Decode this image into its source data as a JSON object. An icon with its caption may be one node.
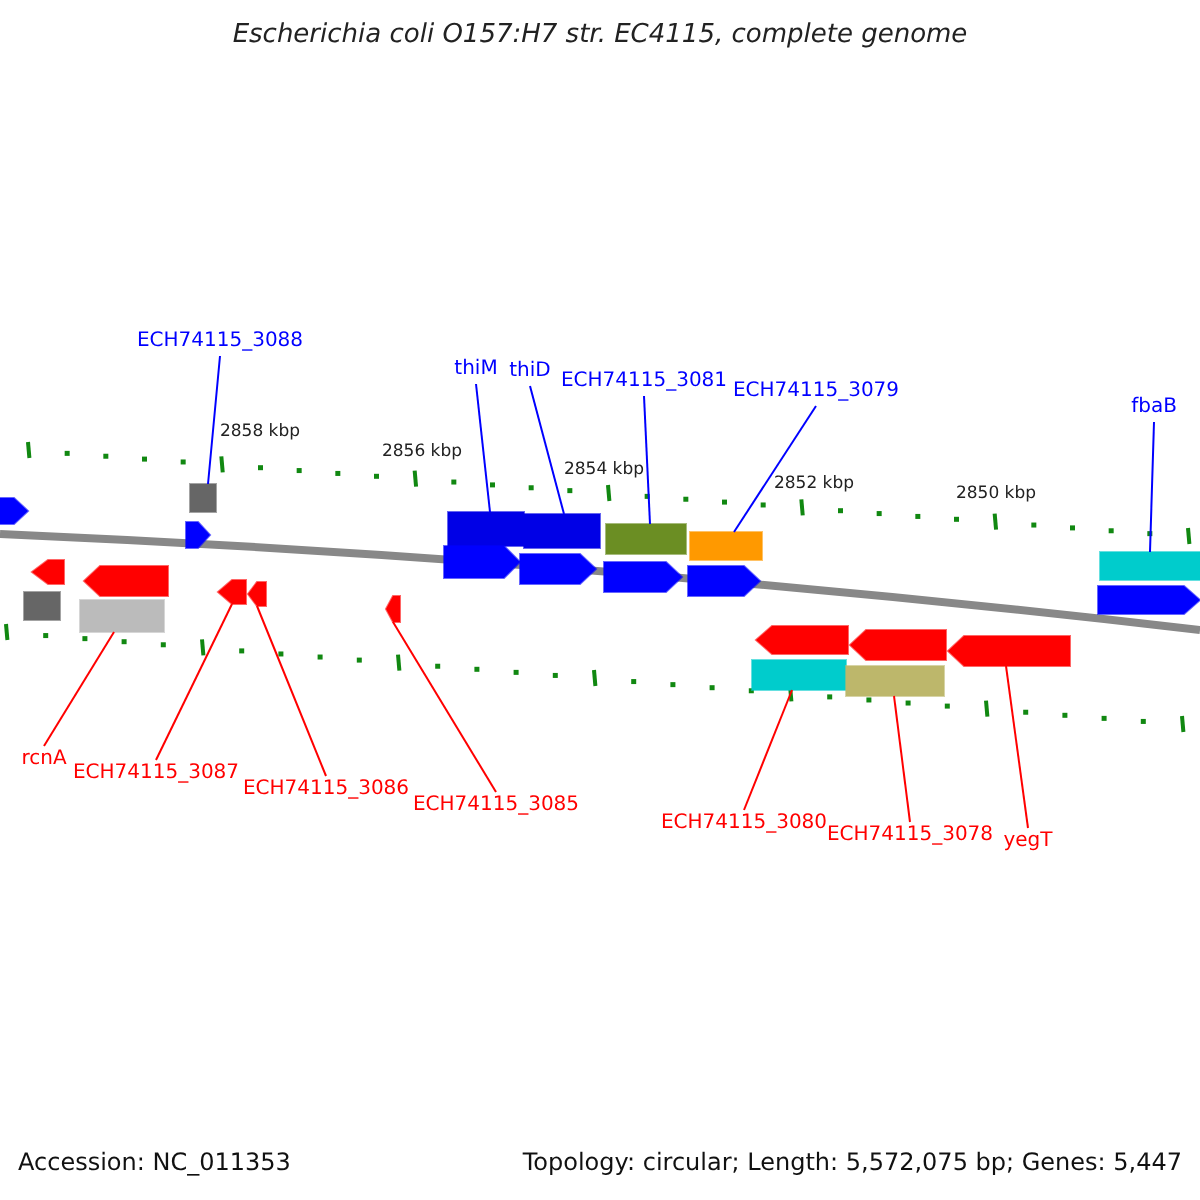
{
  "diagram": {
    "title": "Escherichia coli O157:H7 str. EC4115, complete genome",
    "nodes": [
      {
        "text": [
          "ECH74115_3088"
        ]
      },
      {
        "text": [
          "thiM"
        ]
      },
      {
        "text": [
          "thiD"
        ]
      },
      {
        "text": [
          "ECH74115_3081"
        ]
      },
      {
        "text": [
          "ECH74115_3079"
        ]
      },
      {
        "text": [
          "fbaB"
        ]
      },
      {
        "text": [
          "rcnA"
        ]
      },
      {
        "text": [
          "ECH74115_3087"
        ]
      },
      {
        "text": [
          "ECH74115_3086"
        ]
      },
      {
        "text": [
          "ECH74115_3085"
        ]
      },
      {
        "text": [
          "ECH74115_3080"
        ]
      },
      {
        "text": [
          "ECH74115_3078"
        ]
      },
      {
        "text": [
          "yegT"
        ]
      },
      {
        "text": [],
        "shape": "pentagon"
      },
      {
        "text": [],
        "shape": "pentagon"
      },
      {
        "text": [],
        "shape": "bar"
      },
      {
        "text": [],
        "shape": "bar"
      },
      {
        "text": [],
        "shape": "bar"
      },
      {
        "text": [],
        "shape": "pentagon"
      },
      {
        "text": [],
        "shape": "pentagon"
      },
      {
        "text": [],
        "shape": "pentagon"
      },
      {
        "text": [],
        "shape": "pentagon"
      },
      {
        "text": [],
        "shape": "bar"
      },
      {
        "text": [],
        "shape": "bar"
      },
      {
        "text": [],
        "shape": "bar"
      },
      {
        "text": [],
        "shape": "pentagon"
      },
      {
        "text": [],
        "shape": "pentagon"
      },
      {
        "text": [],
        "shape": "pentagon"
      },
      {
        "text": [],
        "shape": "pentagon"
      },
      {
        "text": [],
        "shape": "pentagon"
      },
      {
        "text": [],
        "shape": "pentagon"
      },
      {
        "text": [],
        "shape": "bar"
      },
      {
        "text": [],
        "shape": "bar"
      },
      {
        "text": [],
        "shape": "pentagon"
      },
      {
        "text": [],
        "shape": "pentagon"
      },
      {
        "text": [],
        "shape": "pentagon"
      },
      {
        "text": [],
        "shape": "bar"
      },
      {
        "text": [],
        "shape": "bar"
      }
    ],
    "edges": [
      {
        "from": 0,
        "to": 15,
        "arrow": "none",
        "color": "#0000ff"
      },
      {
        "from": 1,
        "to": 16,
        "arrow": "none",
        "color": "#0000ff"
      },
      {
        "from": 2,
        "to": 17,
        "arrow": "none",
        "color": "#0000ff"
      },
      {
        "from": 3,
        "to": 22,
        "arrow": "none",
        "color": "#0000ff"
      },
      {
        "from": 4,
        "to": 23,
        "arrow": "none",
        "color": "#0000ff"
      },
      {
        "from": 5,
        "to": 24,
        "arrow": "none",
        "color": "#0000ff"
      },
      {
        "from": 6,
        "to": 32,
        "arrow": "none",
        "color": "#ff0000"
      },
      {
        "from": 7,
        "to": 28,
        "arrow": "none",
        "color": "#ff0000"
      },
      {
        "from": 8,
        "to": 29,
        "arrow": "none",
        "color": "#ff0000"
      },
      {
        "from": 9,
        "to": 30,
        "arrow": "none",
        "color": "#ff0000"
      },
      {
        "from": 10,
        "to": 36,
        "arrow": "none",
        "color": "#ff0000"
      },
      {
        "from": 11,
        "to": 37,
        "arrow": "none",
        "color": "#ff0000"
      },
      {
        "from": 12,
        "to": 35,
        "arrow": "none",
        "color": "#ff0000"
      }
    ],
    "labels": [
      "2858 kbp",
      "2856 kbp",
      "2854 kbp",
      "2852 kbp",
      "2850 kbp",
      "Accession: NC_011353",
      "Topology: circular; Length: 5,572,075 bp; Genes: 5,447"
    ]
  }
}
